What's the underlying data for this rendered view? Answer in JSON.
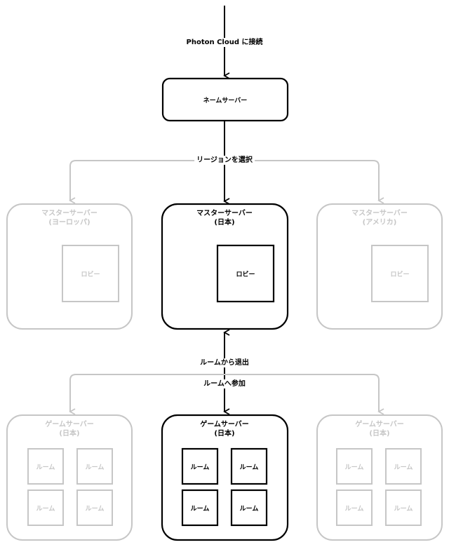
{
  "edges": {
    "connect": "Photon Cloud に接続",
    "select_region": "リージョンを選択",
    "leave_room": "ルームから退出",
    "join_room": "ルームへ参加"
  },
  "name_server": {
    "label": "ネームサーバー"
  },
  "master_servers": [
    {
      "title": "マスターサーバー",
      "region": "(ヨーロッパ)",
      "lobby": "ロビー",
      "active": false
    },
    {
      "title": "マスターサーバー",
      "region": "(日本)",
      "lobby": "ロビー",
      "active": true
    },
    {
      "title": "マスターサーバー",
      "region": "(アメリカ)",
      "lobby": "ロビー",
      "active": false
    }
  ],
  "game_servers": [
    {
      "title": "ゲームサーバー",
      "region": "(日本)",
      "rooms": [
        "ルーム",
        "ルーム",
        "ルーム",
        "ルーム"
      ],
      "active": false
    },
    {
      "title": "ゲームサーバー",
      "region": "(日本)",
      "rooms": [
        "ルーム",
        "ルーム",
        "ルーム",
        "ルーム"
      ],
      "active": true
    },
    {
      "title": "ゲームサーバー",
      "region": "(日本)",
      "rooms": [
        "ルーム",
        "ルーム",
        "ルーム",
        "ルーム"
      ],
      "active": false
    }
  ],
  "colors": {
    "active": "#000000",
    "inactive": "#c6c6c6"
  }
}
